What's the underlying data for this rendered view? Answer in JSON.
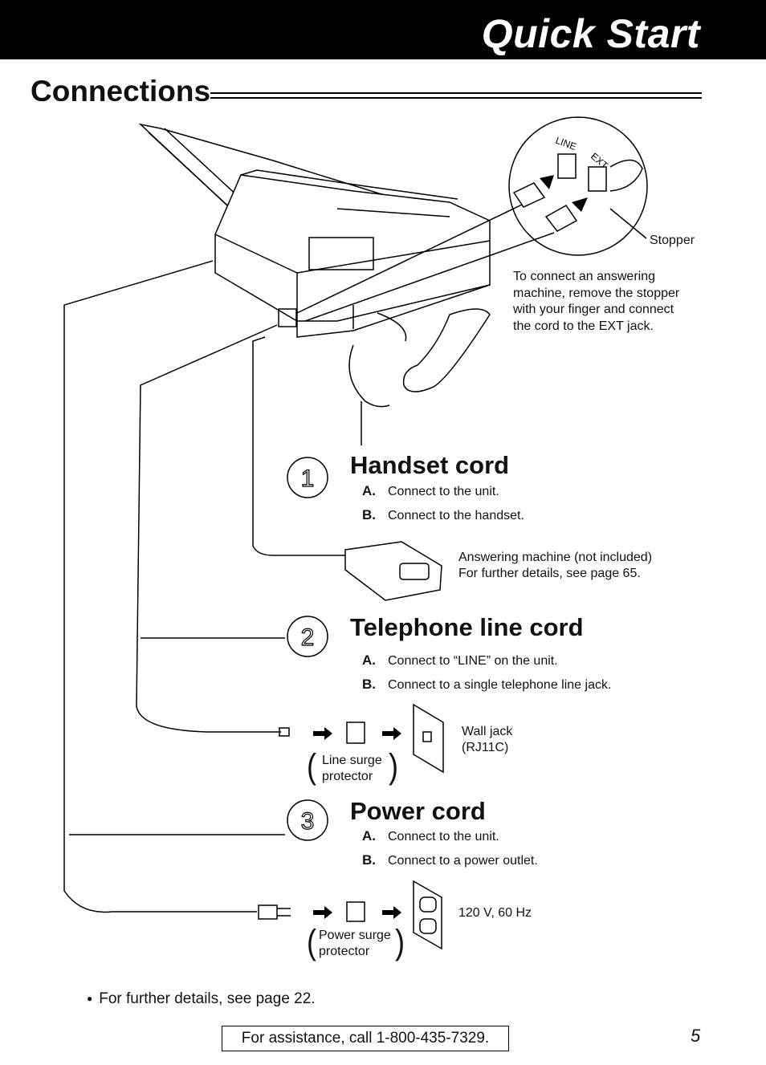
{
  "header": {
    "title": "Quick Start"
  },
  "section": {
    "title": "Connections"
  },
  "stopper_label": "Stopper",
  "answering_note": [
    "To connect an answering",
    "machine, remove the stopper",
    "with your finger and connect",
    "the cord to the EXT jack."
  ],
  "jack_labels": {
    "line": "LINE",
    "ext": "EXT"
  },
  "steps": [
    {
      "number": "1",
      "title": "Handset cord",
      "items": [
        {
          "letter": "A.",
          "text": "Connect to the unit."
        },
        {
          "letter": "B.",
          "text": "Connect to the handset."
        }
      ]
    },
    {
      "number": "2",
      "title": "Telephone line cord",
      "items": [
        {
          "letter": "A.",
          "text": "Connect to “LINE” on the unit."
        },
        {
          "letter": "B.",
          "text": "Connect to a single telephone line jack."
        }
      ]
    },
    {
      "number": "3",
      "title": "Power cord",
      "items": [
        {
          "letter": "A.",
          "text": "Connect to the unit."
        },
        {
          "letter": "B.",
          "text": "Connect to a power outlet."
        }
      ]
    }
  ],
  "answering_machine": {
    "line1": "Answering machine (not included)",
    "line2": "For further details, see page 65."
  },
  "line_surge": {
    "line1": "Line surge",
    "line2": "protector"
  },
  "wall_jack": {
    "line1": "Wall jack",
    "line2": "(RJ11C)"
  },
  "power_surge": {
    "line1": "Power surge",
    "line2": "protector"
  },
  "outlet_spec": "120 V, 60 Hz",
  "footer": {
    "bullet_note": "For further details, see page 22.",
    "assistance": "For assistance, call 1-800-435-7329.",
    "page_number": "5"
  }
}
